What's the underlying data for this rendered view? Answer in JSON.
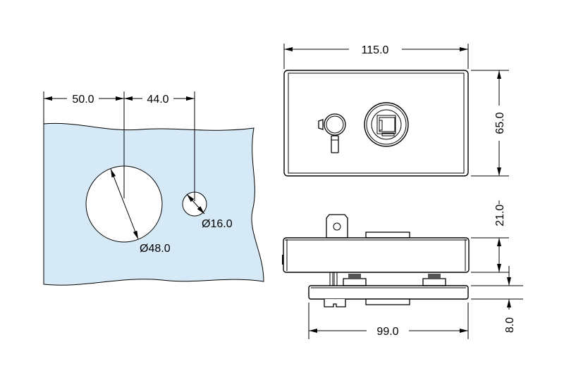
{
  "drawing": {
    "glass_panel": {
      "fill_color": "#d5e9f7",
      "dim_edge_to_hole": "50.0",
      "dim_hole_spacing": "44.0",
      "large_hole_diameter": "Ø48.0",
      "small_hole_diameter": "Ø16.0"
    },
    "front_view": {
      "width": "115.0",
      "height": "65.0"
    },
    "side_view": {
      "body_height": "21.0",
      "plate_thickness": "8.0",
      "plate_width": "99.0"
    }
  }
}
